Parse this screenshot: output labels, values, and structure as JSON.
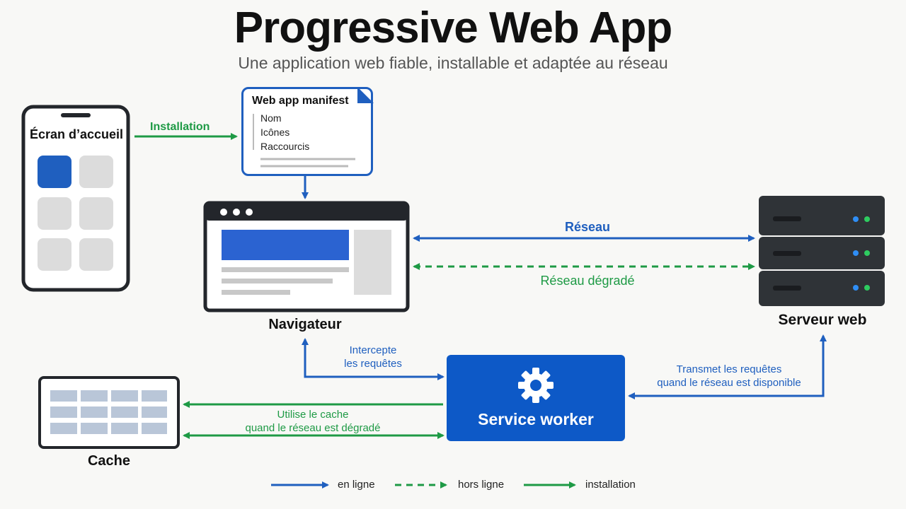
{
  "title": "Progressive Web App",
  "subtitle": "Une application web fiable, installable et adaptée au réseau",
  "phone": {
    "label": "Écran d’accueil"
  },
  "manifest": {
    "title": "Web app manifest",
    "fields": [
      "Nom",
      "Icônes",
      "Raccourcis"
    ]
  },
  "edges": {
    "installation": "Installation",
    "reseau": "Réseau",
    "reseau_degrade": "Réseau dégradé",
    "intercepte": [
      "Intercepte",
      "les requêtes"
    ],
    "transmet": [
      "Transmet les requêtes",
      "quand le réseau est disponible"
    ],
    "utilise_cache": [
      "Utilise le cache",
      "quand le réseau est dégradé"
    ]
  },
  "nodes": {
    "navigateur": "Navigateur",
    "serveur": "Serveur web",
    "service_worker": "Service worker",
    "cache": "Cache"
  },
  "legend": {
    "online": "en ligne",
    "offline": "hors ligne",
    "install": "installation"
  },
  "colors": {
    "blue": "#1f5fbf",
    "green": "#1e9a45",
    "dark": "#23262b",
    "sw_fill": "#0d59c7"
  },
  "icons": {
    "service_worker": "gear-icon",
    "manifest": "document-icon",
    "server": "server-icon",
    "phone": "smartphone-icon",
    "browser": "browser-window-icon",
    "cache": "cache-grid-icon"
  }
}
